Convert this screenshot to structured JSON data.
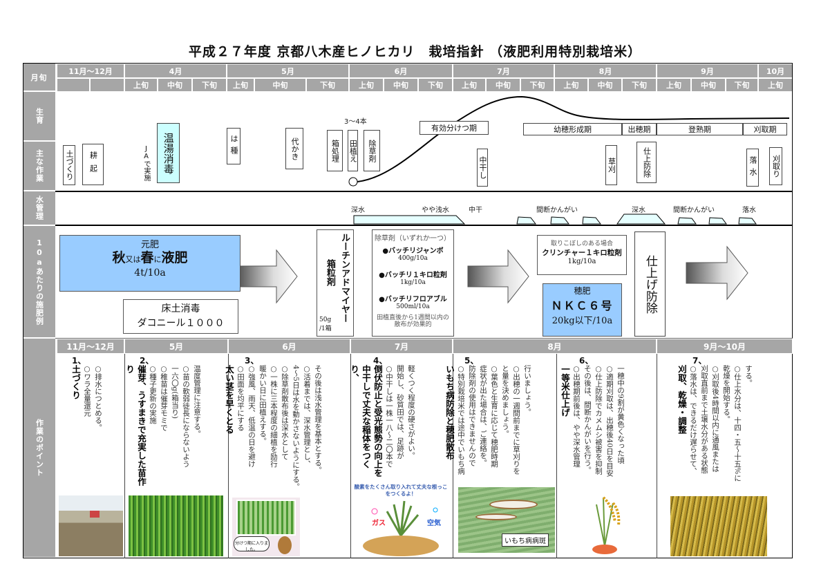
{
  "title": "平成２７年度 京都八木産ヒノヒカリ　栽培指針 （液肥利用特別栽培米）",
  "row_labels": {
    "month": "月旬",
    "growth": "生育",
    "work": "主な作業",
    "water": "水管理",
    "fert": "10aあたりの施肥例",
    "points": "作業のポイント"
  },
  "months": [
    "11月～12月",
    "4月",
    "5月",
    "6月",
    "7月",
    "8月",
    "9月",
    "10月"
  ],
  "periods": {
    "early": "上旬",
    "mid": "中旬",
    "late": "下旬"
  },
  "growth": {
    "tillers": "3～4本",
    "stages": [
      "有効分けつ期",
      "幼穂形成期",
      "出穂期",
      "登熟期",
      "刈取期"
    ]
  },
  "work": {
    "items": [
      "土づくり",
      "耕起",
      "温湯消毒",
      "は種",
      "代かき",
      "箱処理",
      "田植え",
      "除草剤",
      "中干し",
      "草刈",
      "仕上防除",
      "落水",
      "刈取り"
    ],
    "ja_note": "JAで実施"
  },
  "water": [
    "深水",
    "やや浅水",
    "中干",
    "間断かんがい",
    "深水",
    "間断かんがい",
    "落水"
  ],
  "fert": {
    "base_label": "元肥",
    "base_aki": "秋",
    "base_mata": "又は",
    "base_haru": "春",
    "base_ni": "に",
    "base_ekihi": "液肥",
    "base_rate": "4t/10a",
    "soil_title": "床土消毒",
    "soil_product": "ダコニール１０００",
    "box_product": "ルーチンアドマイヤー",
    "box_type": "箱粒剤",
    "box_rate": "50g\n/1箱",
    "herb_title": "除草剤（いずれか一つ）",
    "herbs": [
      {
        "name": "●バッチリジャンボ",
        "rate": "400g/10a"
      },
      {
        "name": "●バッチリ１キロ粒剤",
        "rate": "1kg/10a"
      },
      {
        "name": "●バッチリフロアブル",
        "rate": "500ml/10a"
      }
    ],
    "herb_note": "田植直後から1週間以内の散布が効果的",
    "leftover_note": "取りこぼしのある場合",
    "leftover_product": "クリンチャー１キロ粒剤",
    "leftover_rate": "1kg/10a",
    "ear_label": "穂肥",
    "ear_product": "ＮＫＣ６号",
    "ear_rate": "20kg以下/10a",
    "finish": "仕上げ防除"
  },
  "points": {
    "months": [
      "11月～12月",
      "5月",
      "6月",
      "7月",
      "8月",
      "9月～10月"
    ],
    "sections": [
      {
        "num": "1、",
        "lines": [
          "○排水につとめる。",
          "○ワラ全量還元"
        ],
        "heading": "土づくり"
      },
      {
        "num": "2、",
        "lines": [
          "温度管理に注意する。",
          "○苗の軟弱徒長にならないよう",
          "一六〇g(箱当り)",
          "○稚苗は催芽モミで",
          "○種子更新の実施"
        ],
        "heading": "催芽、うすまきで充実した苗作り"
      },
      {
        "num": "3、",
        "lines": [
          "その後は浅水管理を基本とする。",
          "○活着までは、深水管理とし、",
          "4～5日は水を動かさないようにする。",
          "○除草剤散布後は深水として",
          "○一株に三本程度の細植を励行",
          "暖かい日に田植えする。",
          "○強風、雨天、低温の日を避け",
          "○田面を均平にする"
        ],
        "heading": "太い茎を早くとる"
      },
      {
        "num": "4、",
        "lines": [
          "軽くつく程度の硬さがよい。",
          "開始し、砂質田では、足跡が",
          "○中干しは一株一八～二〇本で"
        ],
        "heading": "倒伏防止と受光態勢の向上を中干しで丈夫な稲体をつくり、"
      },
      {
        "num": "5、",
        "lines": [
          "行いましょう。",
          "○出穂の一週間前までに草刈りを",
          "と量を決めましょう。",
          "○葉色と生育に応じて穂肥時期",
          "症状が出た場合は、ご連絡を。",
          "防除剤の使用はできませんので",
          "○特別栽培米では途中でいもち病"
        ],
        "heading": "いもち病防除と穂肥散布"
      },
      {
        "num": "6、",
        "lines": [
          "一穂中の9割が黄色くなった頃",
          "○適期刈取は、出穂後40日を目安",
          "○仕上防除でカメムシ被害を抑制",
          "その後は、間断かんがいを行う。",
          "○出穂期前後は、やや深水管理"
        ],
        "heading": "一等米仕上げ"
      },
      {
        "num": "7、",
        "lines": [
          "する。",
          "○仕上水分は、十四・五～十五%に",
          "乾燥を開始する。",
          "○刈取後4時間以内に通風または",
          "刈取直前まで土壌水分がある状態",
          "○落水は、できるだけ遅らせて、"
        ],
        "heading": "刈取、乾燥・調整"
      }
    ],
    "captions": {
      "tillering": "分けつ期に入りました。",
      "oxygen": "酸素をたくさん取り入れて丈夫な根っこをつくるよ！",
      "gas": "ガス",
      "air": "空気",
      "blast": "いもち病病斑"
    }
  },
  "colors": {
    "header_gray": "#a6a6a6",
    "blue_box": "#99ccff",
    "cyan_box": "#ccffff",
    "water": "#e6ffff"
  }
}
